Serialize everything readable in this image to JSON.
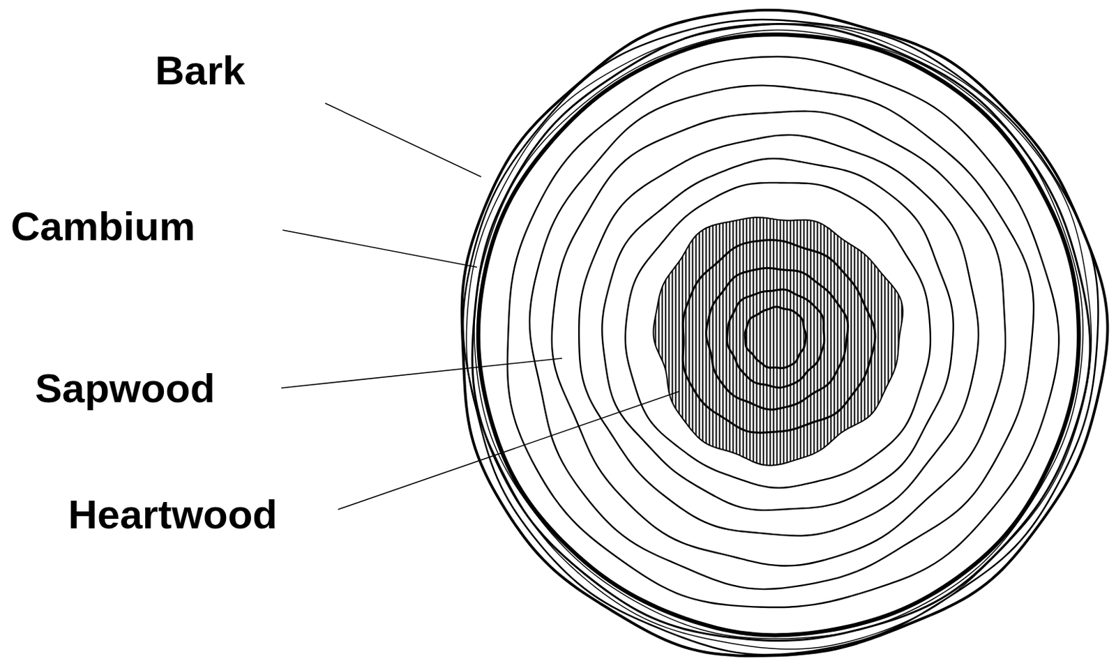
{
  "diagram": {
    "labels": [
      "Bark",
      "Cambium",
      "Sapwood",
      "Heartwood"
    ]
  }
}
